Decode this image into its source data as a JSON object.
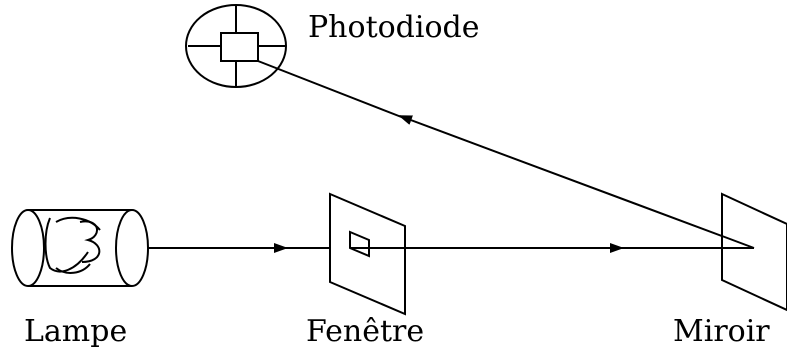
{
  "labels": {
    "photodiode": "Photodiode",
    "lamp": "Lampe",
    "window": "Fenêtre",
    "mirror": "Miroir"
  },
  "colors": {
    "stroke": "#000000",
    "background": "#ffffff"
  }
}
